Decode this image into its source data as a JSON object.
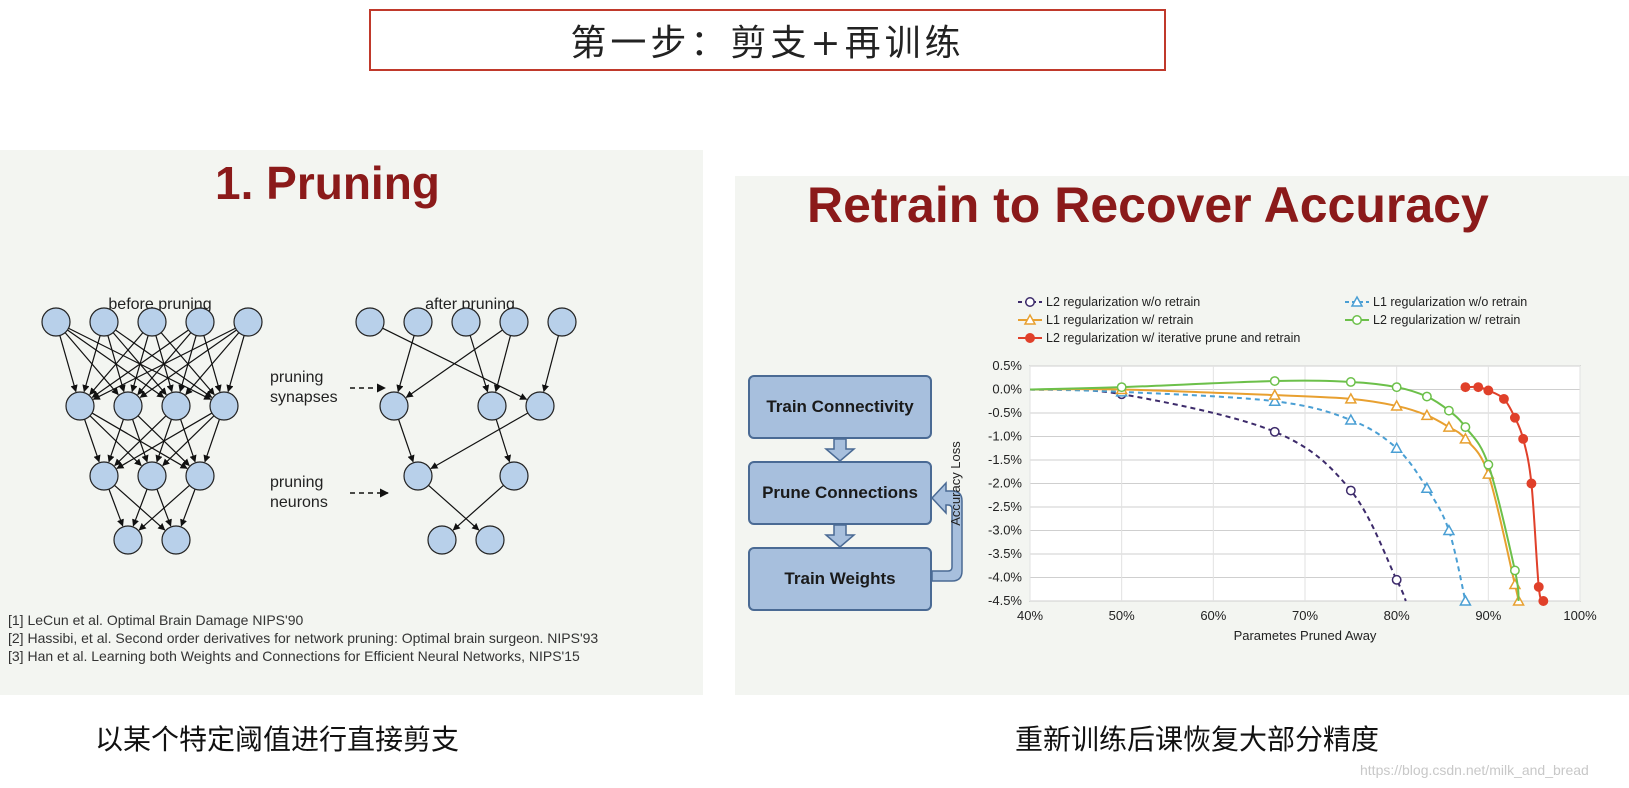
{
  "header": {
    "title": "第一步：剪支+再训练"
  },
  "left": {
    "title": "1. Pruning",
    "before_label": "before pruning",
    "after_label": "after pruning",
    "pruning_synapses": [
      "pruning",
      "synapses"
    ],
    "pruning_neurons": [
      "pruning",
      "neurons"
    ],
    "references": [
      "[1] LeCun et al. Optimal Brain Damage NIPS'90",
      "[2] Hassibi, et al. Second order derivatives for network pruning: Optimal brain surgeon. NIPS'93",
      "[3] Han et al. Learning both Weights and Connections for Efficient Neural Networks, NIPS'15"
    ],
    "caption": "以某个特定阈值进行直接剪支",
    "node_color": "#b8d0ea"
  },
  "right": {
    "title": "Retrain to Recover Accuracy",
    "flow": [
      "Train Connectivity",
      "Prune Connections",
      "Train Weights"
    ],
    "caption": "重新训练后课恢复大部分精度"
  },
  "chart_data": {
    "type": "line",
    "xlabel": "Parametes Pruned Away",
    "ylabel": "Accuracy Loss",
    "xlim": [
      40,
      100
    ],
    "ylim": [
      -4.5,
      0.5
    ],
    "xticks": [
      "40%",
      "50%",
      "60%",
      "70%",
      "80%",
      "90%",
      "100%"
    ],
    "yticks": [
      "0.5%",
      "0.0%",
      "-0.5%",
      "-1.0%",
      "-1.5%",
      "-2.0%",
      "-2.5%",
      "-3.0%",
      "-3.5%",
      "-4.0%",
      "-4.5%"
    ],
    "grid": true,
    "legend_placement": "top",
    "series": [
      {
        "name": "L2 regularization w/o retrain",
        "color": "#3d2b6b",
        "dashed": true,
        "marker": "circle",
        "filled": false,
        "x": [
          40,
          50,
          66.7,
          75,
          80,
          81
        ],
        "y": [
          0,
          -0.1,
          -0.9,
          -2.15,
          -4.05,
          -4.5
        ]
      },
      {
        "name": "L1 regularization w/o retrain",
        "color": "#4a9fd4",
        "dashed": true,
        "marker": "triangle",
        "filled": false,
        "x": [
          40,
          50,
          66.7,
          75,
          80,
          83.3,
          85.7,
          87.5
        ],
        "y": [
          0,
          -0.05,
          -0.25,
          -0.65,
          -1.25,
          -2.1,
          -3.0,
          -4.5
        ]
      },
      {
        "name": "L1 regularization w/ retrain",
        "color": "#e8a030",
        "dashed": false,
        "marker": "triangle",
        "filled": false,
        "x": [
          40,
          50,
          66.7,
          75,
          80,
          83.3,
          85.7,
          87.5,
          90,
          92.9,
          93.3
        ],
        "y": [
          0,
          0,
          -0.12,
          -0.2,
          -0.35,
          -0.55,
          -0.8,
          -1.05,
          -1.8,
          -4.15,
          -4.5
        ]
      },
      {
        "name": "L2 regularization w/ retrain",
        "color": "#6cc04a",
        "dashed": false,
        "marker": "circle",
        "filled": false,
        "x": [
          40,
          50,
          66.7,
          75,
          80,
          83.3,
          85.7,
          87.5,
          90,
          92.9,
          93.3
        ],
        "y": [
          0,
          0.05,
          0.18,
          0.16,
          0.05,
          -0.15,
          -0.45,
          -0.8,
          -1.6,
          -3.85,
          -4.5
        ]
      },
      {
        "name": "L2 regularization w/ iterative prune and retrain",
        "color": "#e0402a",
        "dashed": false,
        "marker": "circle",
        "filled": true,
        "x": [
          87.5,
          88.9,
          90,
          91.7,
          92.9,
          93.8,
          94.7,
          95.5,
          96
        ],
        "y": [
          0.05,
          0.05,
          -0.02,
          -0.2,
          -0.6,
          -1.05,
          -2.0,
          -4.2,
          -4.5
        ]
      }
    ]
  },
  "watermark": "https://blog.csdn.net/milk_and_bread"
}
